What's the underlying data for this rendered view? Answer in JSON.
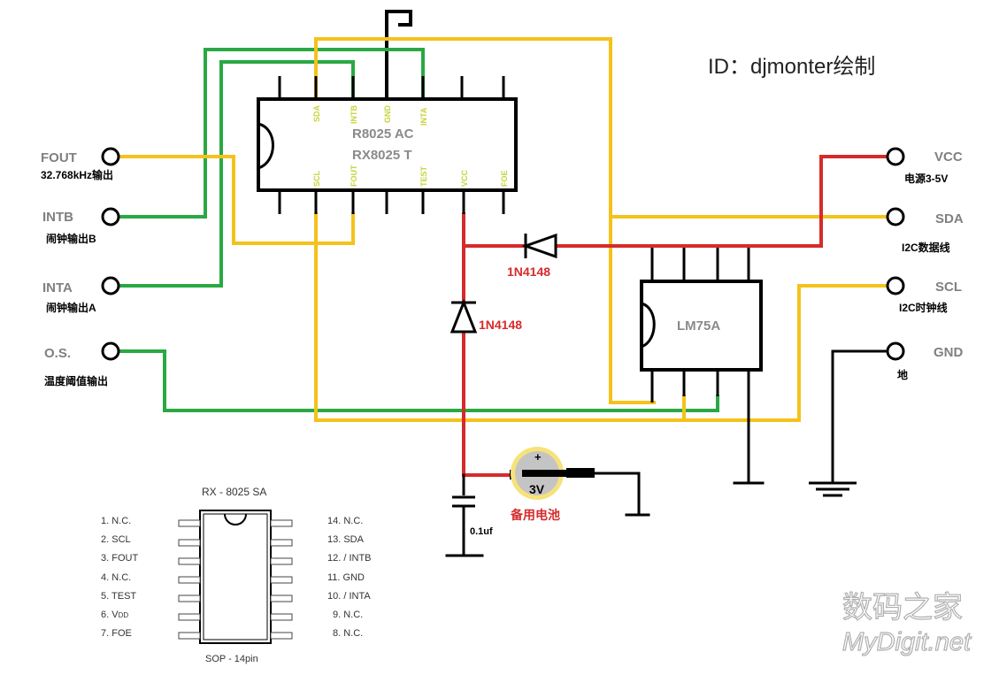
{
  "header": {
    "id_label": "ID：djmonter绘制"
  },
  "left_terminals": [
    {
      "label": "FOUT",
      "desc": "32.768kHz输出"
    },
    {
      "label": "INTB",
      "desc": "闹钟输出B"
    },
    {
      "label": "INTA",
      "desc": "闹钟输出A"
    },
    {
      "label": "O.S.",
      "desc": "温度阈值输出"
    }
  ],
  "right_terminals": [
    {
      "label": "VCC",
      "desc": "电源3-5V"
    },
    {
      "label": "SDA",
      "desc": "I2C数据线"
    },
    {
      "label": "SCL",
      "desc": "I2C时钟线"
    },
    {
      "label": "GND",
      "desc": "地"
    }
  ],
  "rtc_chip": {
    "name_line1": "R8025 AC",
    "name_line2": "RX8025 T",
    "top_pins": [
      "SDA",
      "INTB",
      "GND",
      "INTA"
    ],
    "bottom_pins": [
      "SCL",
      "FOUT",
      "TEST",
      "VCC",
      "FOE"
    ]
  },
  "temp_chip": {
    "name": "LM75A"
  },
  "diodes": [
    "1N4148",
    "1N4148"
  ],
  "battery": {
    "plus": "+",
    "voltage": "3V",
    "label": "备用电池"
  },
  "capacitor": {
    "value": "0.1uf"
  },
  "package": {
    "title": "RX - 8025 SA",
    "footer": "SOP - 14pin",
    "left_pins": [
      "1. N.C.",
      "2. SCL",
      "3. FOUT",
      "4. N.C.",
      "5. TEST",
      "6. V",
      "7. FOE"
    ],
    "vdd_subscript": "DD",
    "right_pins": [
      "14. N.C.",
      "13. SDA",
      "12. / INTB",
      "11. GND",
      "10. / INTA",
      "9. N.C.",
      "8. N.C."
    ]
  },
  "watermark": {
    "line1": "数码之家",
    "line2": "MyDigit.net"
  },
  "colors": {
    "green": "#2aa843",
    "yellow": "#f5c21b",
    "red": "#d62b2b",
    "black": "#000000"
  }
}
